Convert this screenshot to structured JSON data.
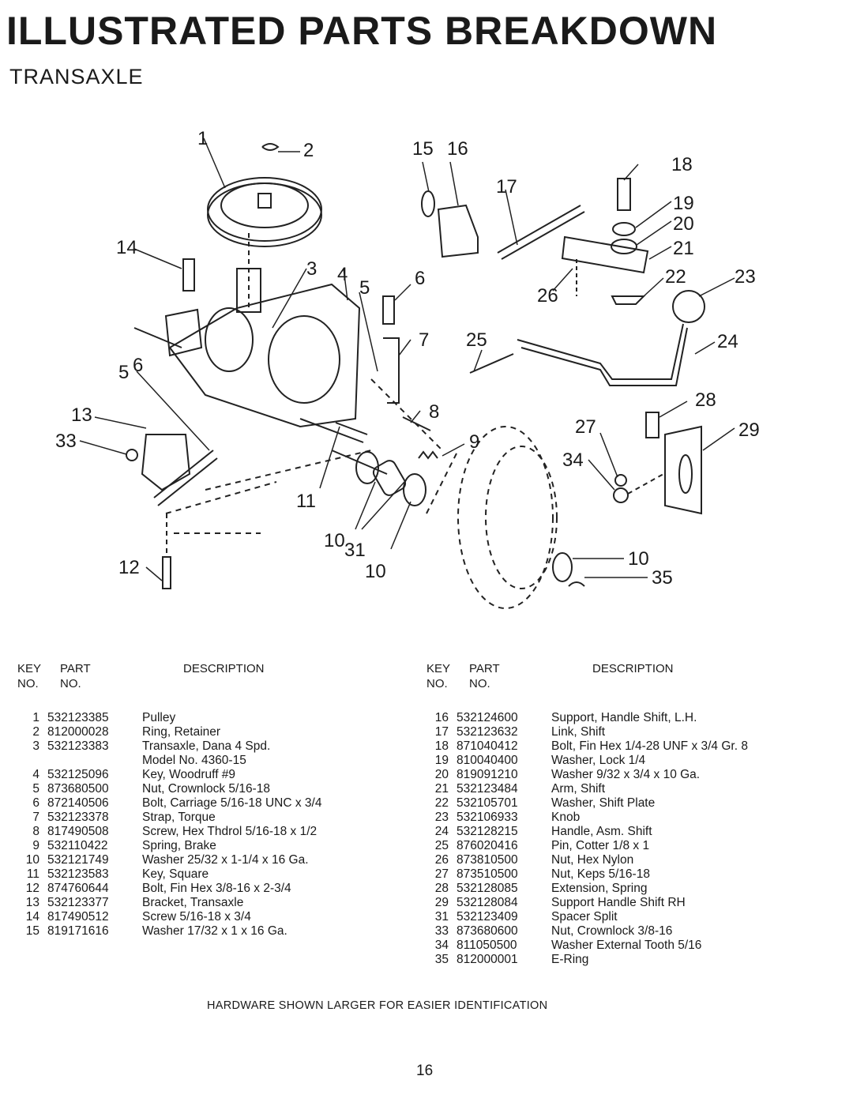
{
  "header": {
    "title": "ILLUSTRATED PARTS BREAKDOWN",
    "subtitle": "TRANSAXLE"
  },
  "diagram": {
    "callouts": [
      "1",
      "2",
      "15",
      "16",
      "18",
      "17",
      "19",
      "20",
      "14",
      "21",
      "3",
      "4",
      "5",
      "6",
      "22",
      "23",
      "26",
      "7",
      "25",
      "24",
      "5",
      "6",
      "28",
      "13",
      "8",
      "27",
      "29",
      "33",
      "9",
      "34",
      "11",
      "10",
      "31",
      "12",
      "10",
      "10",
      "35"
    ]
  },
  "parts_table": {
    "headers": {
      "key": "KEY",
      "key2": "NO.",
      "part": "PART",
      "part2": "NO.",
      "description": "DESCRIPTION"
    },
    "left_rows": [
      {
        "key": "1",
        "part": "532123385",
        "description": "Pulley"
      },
      {
        "key": "2",
        "part": "812000028",
        "description": "Ring, Retainer"
      },
      {
        "key": "3",
        "part": "532123383",
        "description": "Transaxle, Dana 4 Spd."
      },
      {
        "key": "",
        "part": "",
        "description": "Model No. 4360-15"
      },
      {
        "key": "4",
        "part": "532125096",
        "description": "Key, Woodruff #9"
      },
      {
        "key": "5",
        "part": "873680500",
        "description": "Nut, Crownlock 5/16-18"
      },
      {
        "key": "6",
        "part": "872140506",
        "description": "Bolt, Carriage 5/16-18 UNC x 3/4"
      },
      {
        "key": "7",
        "part": "532123378",
        "description": "Strap, Torque"
      },
      {
        "key": "8",
        "part": "817490508",
        "description": "Screw, Hex Thdrol 5/16-18 x 1/2"
      },
      {
        "key": "9",
        "part": "532110422",
        "description": "Spring, Brake"
      },
      {
        "key": "10",
        "part": "532121749",
        "description": "Washer 25/32 x 1-1/4 x 16 Ga."
      },
      {
        "key": "11",
        "part": "532123583",
        "description": "Key, Square"
      },
      {
        "key": "12",
        "part": "874760644",
        "description": "Bolt, Fin Hex 3/8-16 x 2-3/4"
      },
      {
        "key": "13",
        "part": "532123377",
        "description": "Bracket, Transaxle"
      },
      {
        "key": "14",
        "part": "817490512",
        "description": "Screw 5/16-18 x 3/4"
      },
      {
        "key": "15",
        "part": "819171616",
        "description": "Washer 17/32 x 1 x 16 Ga."
      }
    ],
    "right_rows": [
      {
        "key": "16",
        "part": "532124600",
        "description": "Support, Handle Shift, L.H."
      },
      {
        "key": "17",
        "part": "532123632",
        "description": "Link, Shift"
      },
      {
        "key": "18",
        "part": "871040412",
        "description": "Bolt, Fin Hex 1/4-28 UNF x 3/4 Gr. 8"
      },
      {
        "key": "19",
        "part": "810040400",
        "description": "Washer, Lock 1/4"
      },
      {
        "key": "20",
        "part": "819091210",
        "description": "Washer 9/32 x 3/4 x 10 Ga."
      },
      {
        "key": "21",
        "part": "532123484",
        "description": "Arm, Shift"
      },
      {
        "key": "22",
        "part": "532105701",
        "description": "Washer, Shift Plate"
      },
      {
        "key": "23",
        "part": "532106933",
        "description": "Knob"
      },
      {
        "key": "24",
        "part": "532128215",
        "description": "Handle, Asm. Shift"
      },
      {
        "key": "25",
        "part": "876020416",
        "description": "Pin, Cotter 1/8 x 1"
      },
      {
        "key": "26",
        "part": "873810500",
        "description": "Nut, Hex Nylon"
      },
      {
        "key": "27",
        "part": "873510500",
        "description": "Nut, Keps 5/16-18"
      },
      {
        "key": "28",
        "part": "532128085",
        "description": "Extension, Spring"
      },
      {
        "key": "29",
        "part": "532128084",
        "description": "Support Handle Shift RH"
      },
      {
        "key": "31",
        "part": "532123409",
        "description": "Spacer Split"
      },
      {
        "key": "33",
        "part": "873680600",
        "description": "Nut, Crownlock 3/8-16"
      },
      {
        "key": "34",
        "part": "811050500",
        "description": "Washer External Tooth 5/16"
      },
      {
        "key": "35",
        "part": "812000001",
        "description": "E-Ring"
      }
    ]
  },
  "footnote": "HARDWARE SHOWN LARGER FOR EASIER IDENTIFICATION",
  "page_number": "16"
}
